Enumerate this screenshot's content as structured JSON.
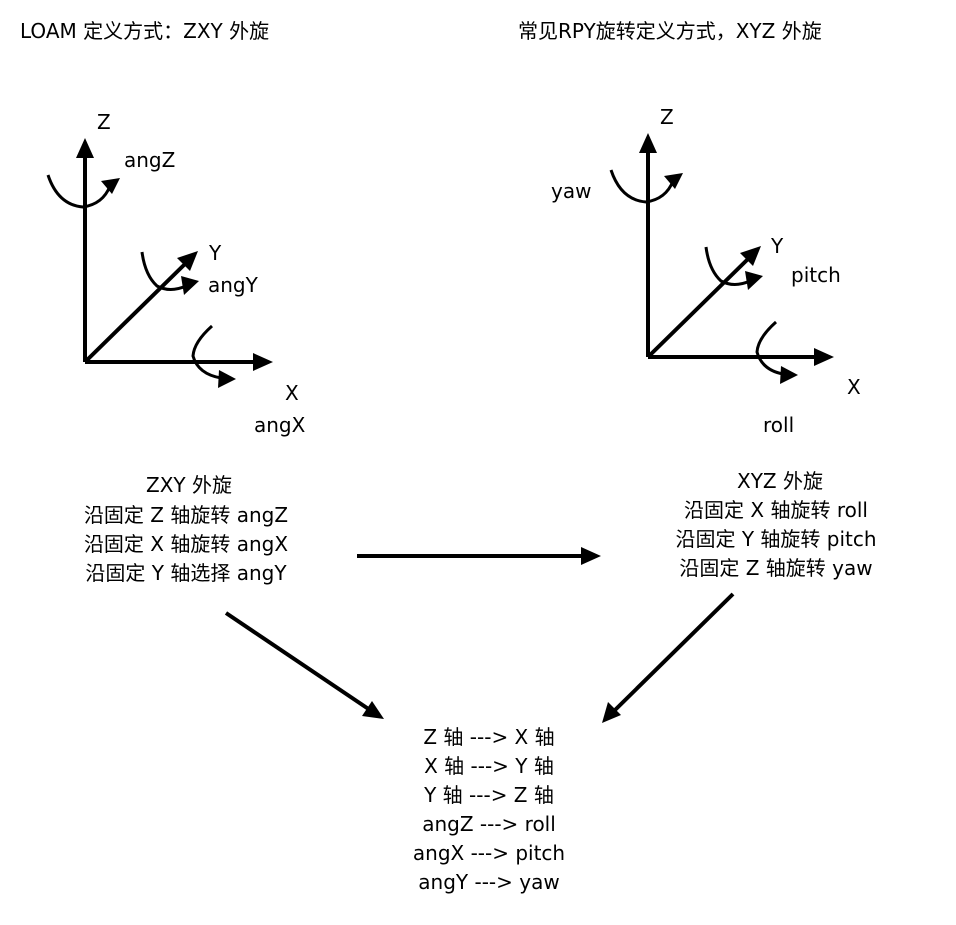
{
  "titles": {
    "left": "LOAM 定义方式：ZXY 外旋",
    "right": "常见RPY旋转定义方式，XYZ 外旋"
  },
  "left_axes": {
    "z_label": "Z",
    "y_label": "Y",
    "x_label": "X",
    "z_rot_label": "angZ",
    "y_rot_label": "angY",
    "x_rot_label": "angX"
  },
  "right_axes": {
    "z_label": "Z",
    "y_label": "Y",
    "x_label": "X",
    "z_rot_label": "yaw",
    "y_rot_label": "pitch",
    "x_rot_label": "roll"
  },
  "left_block": [
    "ZXY 外旋",
    "沿固定 Z 轴旋转 angZ",
    "沿固定 X 轴旋转 angX",
    "沿固定 Y 轴选择 angY"
  ],
  "right_block": [
    "XYZ 外旋",
    "沿固定 X 轴旋转 roll",
    "沿固定 Y 轴旋转 pitch",
    "沿固定 Z 轴旋转 yaw"
  ],
  "mapping_block": [
    "Z 轴 ---> X 轴",
    "X 轴 ---> Y 轴",
    "Y 轴 ---> Z 轴",
    "angZ ---> roll",
    "angX ---> pitch",
    "angY ---> yaw"
  ]
}
